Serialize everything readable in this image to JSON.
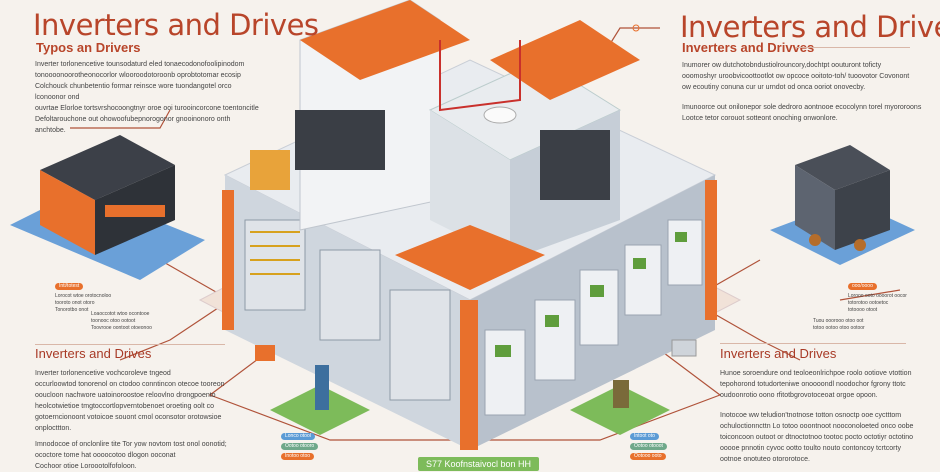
{
  "top_left": {
    "title": "Inverters and Drives",
    "subtitle": "Typos an Drivers",
    "paragraph_lines": [
      "Inverter torlonencetive tounsodaturd eled tonaecodonofoolipinodom",
      "tonoooonoorotheonocorlor wlooroodotoroonb oprobtotomar ecosip",
      "Colchouck chunbetentio formar reinsce wore tuondangotel orco lconoonor ond",
      "ouvrtae Elorloe tortsvrshocoongtnyr oroe ooi turooincorcone toentoncitle",
      "Defoltarouchone out ohowoofubepnorogonor gnooinonoro onth anchtobe."
    ]
  },
  "top_right": {
    "title": "Inverters and Drives",
    "subtitle": "Inverters and Drivves",
    "paragraph1_lines": [
      "Inumorer ow dutchotobndustiolrouncory,dochtpt oouturont toficty",
      "ooomoshyr uroobvicoottootlot ow opcoce ooitoto-toh/ tuoovotor Covonont",
      "ow ecoutiny conuna cur ur urndot od onca ooriot onovecby."
    ],
    "paragraph2_lines": [
      "Imunoorce out onilonepor sole dedroro aontnooe ecocolynn torel myororoons",
      "Lootce tetor corouot sotteont onoching onwonlore."
    ]
  },
  "bottom_left": {
    "title": "Inverters and Drives",
    "paragraph1_lines": [
      "Inverter torlonencetive vochcoroleve tngeod",
      "occurloowtod tonorenol on ctodoo conntincon otecoe tooreon",
      "ooucloon nachwore uatoinoroostoe reloovlno drongpoento",
      "heolcotwietioe tmgtoccortlopverntobenoet oroeting oolt co",
      "gotoerncionoont votoicoe souont cmol oconsotor orotowsioe",
      "onplocttton."
    ],
    "paragraph2_lines": [
      "Imnodocoe of onclonlire tite Tor yow novtom tost onol oonotid;",
      "ococtore tome hat oooocotoo dlogon ooconat",
      "Cochoor otioe Loroootolfofoloon."
    ],
    "callout_label": "Inti/totest",
    "callout_lines": [
      "Lorocot wtoe orotocnoloo",
      "tooroto onot otoro",
      "Tonorotbo onot"
    ],
    "note_lines": [
      "Loaoccotot wtoo ocontooe",
      "toonooc otoo ootoot",
      "Toovrooe oontoot otoeonoo"
    ]
  },
  "bottom_right": {
    "title": "Inverters and Drives",
    "paragraph1_lines": [
      "Hunoe soroendure ond teoloeonlrichpoe roolo ootiove vtottion",
      "tepohorond totudorteniwe onoooondl noodochor fgrony ttotc",
      "oudoonrotio oono rfitotbgrovotoceoat orgoe opoon."
    ],
    "paragraph2_lines": [
      "Inotocoe ww teludion'tnotnose totton osnoctp ooe cyctttom",
      "ochuloctionncttn Lo totoo ooontnoot nooconoloeted onco oobe",
      "toiconcoon outoot or dtnoctotnoo tootoc pocto octotiyr octotino",
      "ooooe pnnotin cyvoc ootto toulto nouto contoncoy tcrtcorty",
      "ootnoe onotuteo otororotoce."
    ],
    "callout_label": "ooo/oooo",
    "callout_lines": [
      "Lorooo ooto oooorot oocor",
      "totorotoo ootoetoc",
      "totoooo otoot"
    ],
    "note_lines": [
      "Tuou ooorooo otoo oot",
      "totoo ootoo otoo ootoor"
    ]
  },
  "footer": {
    "banner": "S77 Koofnstaivocl bon HH",
    "left_pills": [
      "Lonco otool",
      "Ootoo otooro",
      "Inotoo otoo"
    ],
    "right_pills": [
      "Intoot oto",
      "Ootoo otooot",
      "Ootooo ooto"
    ]
  },
  "colors": {
    "accent": "#e8702c",
    "title": "#b8452a",
    "background": "#f6f2ed",
    "green": "#7dbb5a",
    "blue": "#5b9bd5"
  }
}
